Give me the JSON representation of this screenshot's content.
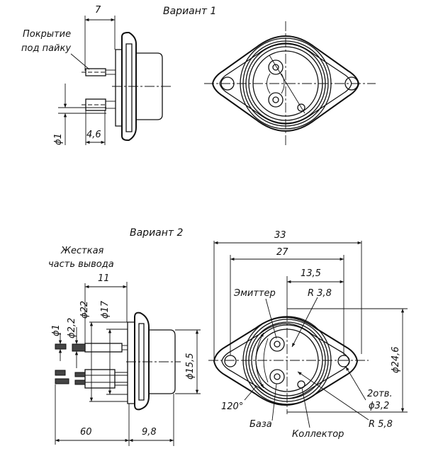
{
  "variant1": {
    "title": "Вариант  1",
    "labels": {
      "coating_line1": "Покрытие",
      "coating_line2": "под пайку"
    },
    "dimensions": {
      "lead_length": "7",
      "lead_diameter": "ϕ1",
      "tinned_length": "4,6"
    }
  },
  "variant2": {
    "title": "Вариант  2",
    "labels": {
      "rigid_lead_line1": "Жесткая",
      "rigid_lead_line2": "часть вывода",
      "emitter": "Эмиттер",
      "base": "База",
      "collector": "Коллектор",
      "holes_count": "2отв.",
      "holes_diameter": "ϕ3,2"
    },
    "dimensions": {
      "rigid_length": "11",
      "d22": "ϕ22",
      "d17": "ϕ17",
      "d1": "ϕ1",
      "d2_2": "ϕ2,2",
      "lead_total": "60",
      "body_height": "9,8",
      "d15_5": "ϕ15,5",
      "overall_width": "33",
      "hole_spacing": "27",
      "half_spacing": "13,5",
      "r3_8": "R 3,8",
      "r5_8": "R 5,8",
      "angle": "120°",
      "d24_6": "ϕ24,6"
    }
  }
}
